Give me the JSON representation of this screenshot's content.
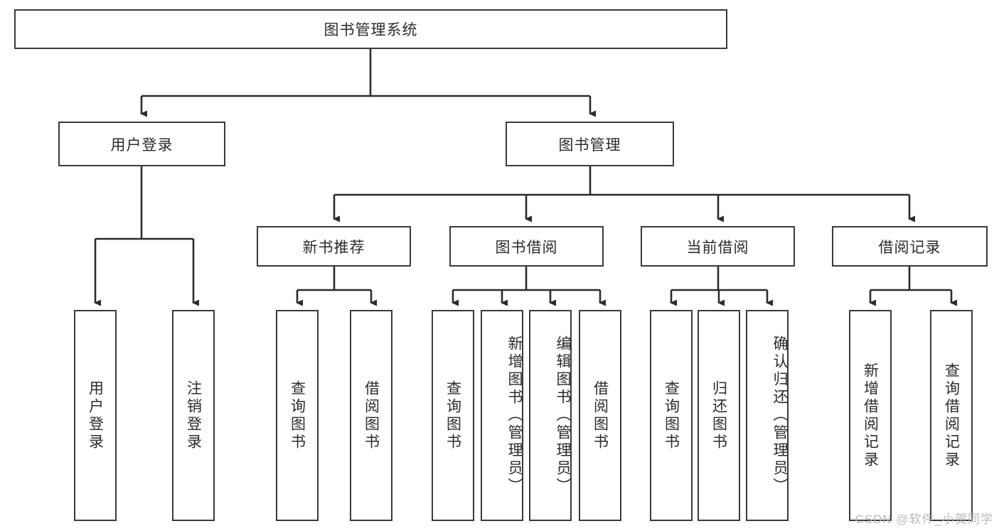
{
  "diagram": {
    "type": "tree-hierarchy",
    "title": "图书管理系统",
    "watermark": "CSDN @软件_小贺同学",
    "orientation": "top-down",
    "colors": {
      "box_border": "#3a3a3a",
      "box_fill": "#ffffff",
      "edge": "#2b2b2b",
      "text": "#2b2b2b",
      "watermark": "#b9b9b9"
    },
    "nodes": {
      "root": {
        "label": "图书管理系统",
        "level": 0
      },
      "l1": [
        {
          "id": "user_login",
          "label": "用户登录",
          "level": 1
        },
        {
          "id": "book_manage",
          "label": "图书管理",
          "level": 1
        }
      ],
      "l2": [
        {
          "id": "new_book_rec",
          "label": "新书推荐",
          "level": 2,
          "parent": "book_manage"
        },
        {
          "id": "book_borrow",
          "label": "图书借阅",
          "level": 2,
          "parent": "book_manage"
        },
        {
          "id": "current_borrow",
          "label": "当前借阅",
          "level": 2,
          "parent": "book_manage"
        },
        {
          "id": "borrow_record",
          "label": "借阅记录",
          "level": 2,
          "parent": "book_manage"
        }
      ],
      "leaves": [
        {
          "id": "leaf-user-login",
          "label": "用户登录",
          "parent": "user_login"
        },
        {
          "id": "leaf-logout",
          "label": "注销登录",
          "parent": "user_login"
        },
        {
          "id": "leaf-query-book-1",
          "label": "查询图书",
          "parent": "new_book_rec"
        },
        {
          "id": "leaf-borrow-book-1",
          "label": "借阅图书",
          "parent": "new_book_rec"
        },
        {
          "id": "leaf-query-book-2",
          "label": "查询图书",
          "parent": "book_borrow"
        },
        {
          "id": "leaf-add-book",
          "label": "新增图书（管理员）",
          "parent": "book_borrow"
        },
        {
          "id": "leaf-edit-book",
          "label": "编辑图书（管理员）",
          "parent": "book_borrow"
        },
        {
          "id": "leaf-borrow-book-2",
          "label": "借阅图书",
          "parent": "book_borrow"
        },
        {
          "id": "leaf-query-book-3",
          "label": "查询图书",
          "parent": "current_borrow"
        },
        {
          "id": "leaf-return-book",
          "label": "归还图书",
          "parent": "current_borrow"
        },
        {
          "id": "leaf-confirm-return",
          "label": "确认归还（管理员）",
          "parent": "current_borrow"
        },
        {
          "id": "leaf-add-record",
          "label": "新增借阅记录",
          "parent": "borrow_record"
        },
        {
          "id": "leaf-query-record",
          "label": "查询借阅记录",
          "parent": "borrow_record"
        }
      ]
    }
  }
}
